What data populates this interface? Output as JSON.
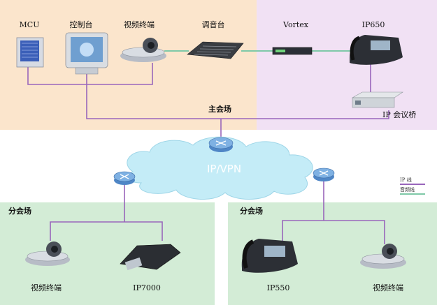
{
  "colors": {
    "main_left_bg": "#fbe5cc",
    "main_right_bg": "#f1e1f4",
    "branch_bg": "#d3ecd6",
    "ip_line": "#9966bb",
    "audio_line": "#7fc9a8",
    "cloud": "#c4ecf7",
    "router": "#6a9fd6"
  },
  "main_venue": {
    "title": "主会场",
    "devices": {
      "mcu": "MCU",
      "console": "控制台",
      "video_terminal": "视频终端",
      "mixer": "调音台",
      "vortex": "Vortex",
      "ip650": "IP650",
      "ip_bridge": "IP 会议桥"
    }
  },
  "network": {
    "cloud_label": "IP/VPN"
  },
  "legend": {
    "ip_line": "IP 线",
    "audio_line": "音频线"
  },
  "branch_left": {
    "title": "分会场",
    "devices": {
      "video_terminal": "视频终端",
      "ip7000": "IP7000"
    }
  },
  "branch_right": {
    "title": "分会场",
    "devices": {
      "ip550": "IP550",
      "video_terminal": "视频终端"
    }
  }
}
